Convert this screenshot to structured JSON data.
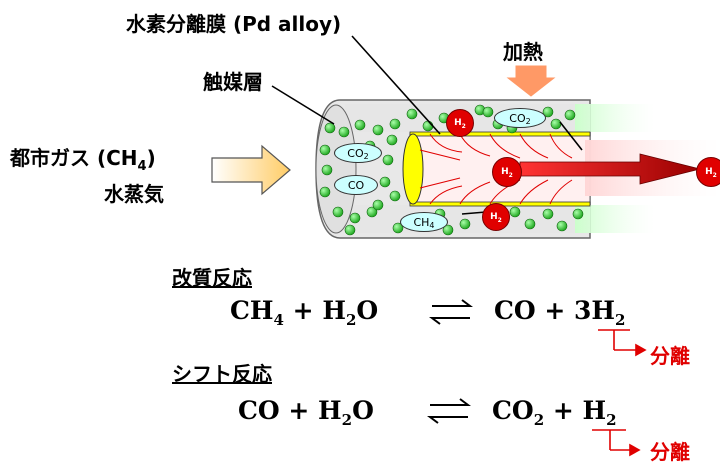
{
  "labels": {
    "membrane": "水素分離膜 (Pd alloy)",
    "catalyst": "触媒層",
    "heating": "加熱",
    "city_gas_main": "都市ガス (CH",
    "city_gas_sub": "4",
    "city_gas_close": ")",
    "steam": "水蒸気"
  },
  "molecules": {
    "h2_main": "H",
    "h2_sub": "2",
    "co2_main": "CO",
    "co2_sub": "2",
    "co": "CO",
    "ch4_main": "CH",
    "ch4_sub": "4"
  },
  "reactions": {
    "reforming": {
      "title": "改質反応",
      "left": [
        "CH",
        "4",
        " + H",
        "2",
        "O"
      ],
      "right": [
        "CO + 3H",
        "2"
      ],
      "separation": "分離"
    },
    "shift": {
      "title": "シフト反応",
      "left": [
        "CO + H",
        "2",
        "O"
      ],
      "right": [
        "CO",
        "2",
        " + H",
        "2"
      ],
      "separation": "分離"
    }
  },
  "colors": {
    "catalyst_green": "#33cc33",
    "h2_red": "#e00000",
    "molecule_cyan": "#ccffff",
    "membrane_yellow": "#ffff00",
    "tube_gray": "#cccccc",
    "heat_orange": "#ff9966",
    "arrow_gradient_start": "#ffffff",
    "arrow_gradient_end": "#ffcc66"
  }
}
